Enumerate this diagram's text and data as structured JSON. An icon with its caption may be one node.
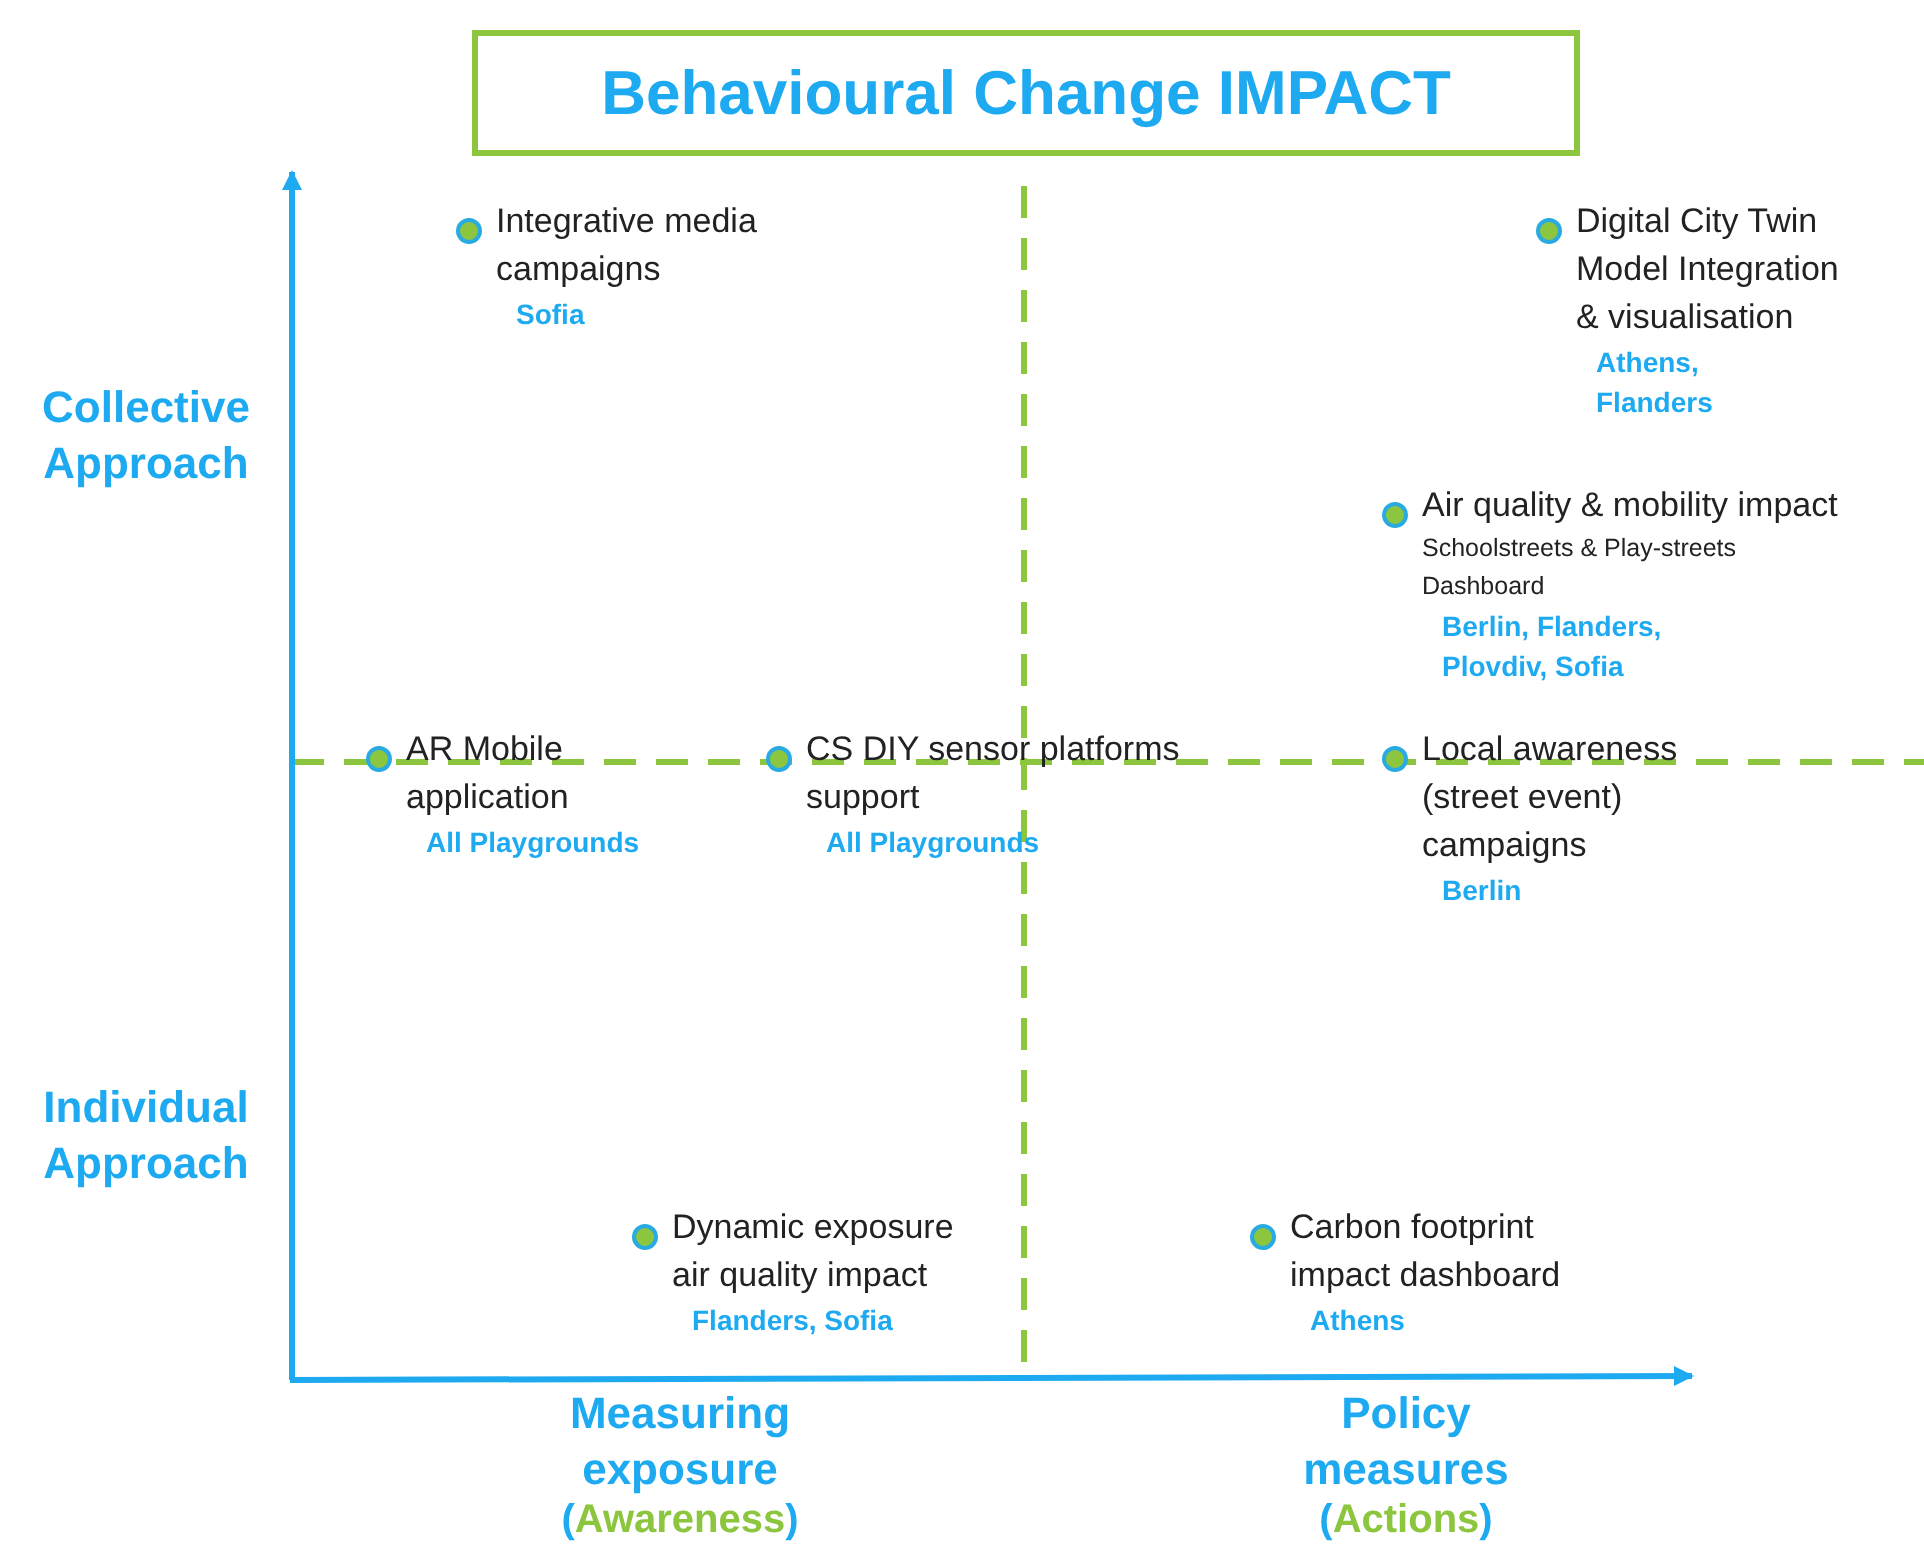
{
  "diagram": {
    "title": "Behavioural Change IMPACT",
    "nodes": [
      {
        "text": [
          "Integrative media campaigns",
          "Sofia"
        ]
      },
      {
        "text": [
          "Digital City Twin Model Integration & visualisation",
          "Athens, Flanders"
        ]
      },
      {
        "text": [
          "Air quality & mobility impact",
          "Schoolstreets & Play-streets Dashboard",
          "Berlin, Flanders, Plovdiv, Sofia"
        ]
      },
      {
        "text": [
          "AR Mobile application",
          "All Playgrounds"
        ]
      },
      {
        "text": [
          "CS DIY sensor platforms support",
          "All Playgrounds"
        ]
      },
      {
        "text": [
          "Local awareness (street event) campaigns",
          "Berlin"
        ]
      },
      {
        "text": [
          "Dynamic exposure air quality impact",
          "Flanders, Sofia"
        ]
      },
      {
        "text": [
          "Carbon footprint impact dashboard",
          "Athens"
        ]
      }
    ],
    "edges": [],
    "labels": [
      "Collective Approach",
      "Individual Approach",
      "Measuring exposure",
      "(Awareness)",
      "Policy measures",
      "(Actions)"
    ]
  }
}
